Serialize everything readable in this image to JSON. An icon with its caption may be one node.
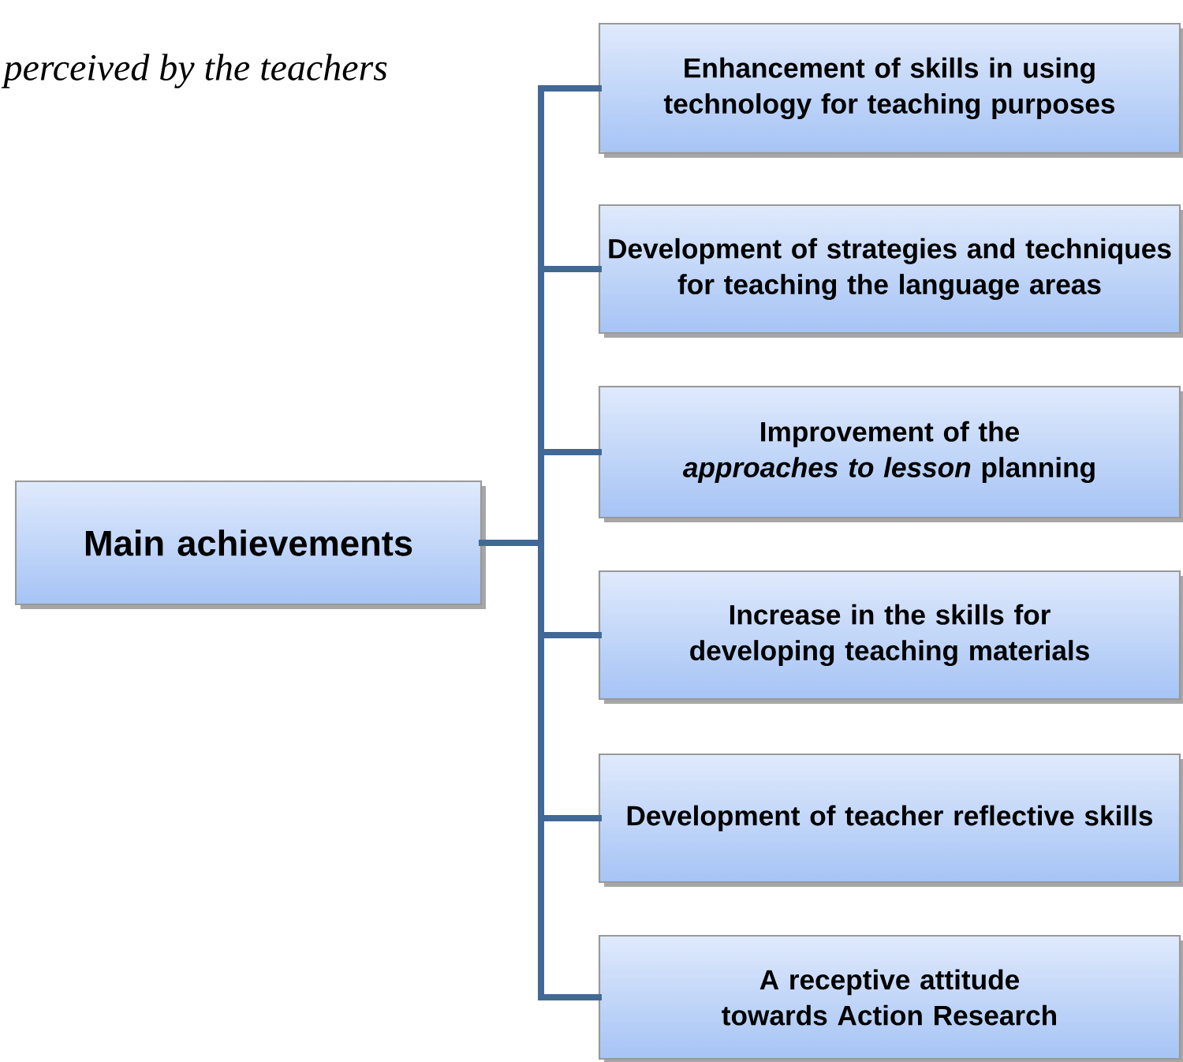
{
  "diagram": {
    "nodes": [
      {
        "text": [
          "Main achievements"
        ]
      },
      {
        "text": [
          "Enhancement of skills in using technology for teaching purposes"
        ]
      },
      {
        "text": [
          "Development of strategies and techniques for teaching the language areas"
        ]
      },
      {
        "text": [
          "Improvement of the *approaches to lesson* planning"
        ]
      },
      {
        "text": [
          "Increase in the skills for developing teaching materials"
        ]
      },
      {
        "text": [
          "Development of teacher reflective skills"
        ]
      },
      {
        "text": [
          "A receptive attitude towards Action Research"
        ]
      }
    ],
    "edges": [
      {
        "from": 0,
        "to": 1,
        "arrow": "none"
      },
      {
        "from": 0,
        "to": 2,
        "arrow": "none"
      },
      {
        "from": 0,
        "to": 3,
        "arrow": "none"
      },
      {
        "from": 0,
        "to": 4,
        "arrow": "none"
      },
      {
        "from": 0,
        "to": 5,
        "arrow": "none"
      },
      {
        "from": 0,
        "to": 6,
        "arrow": "none"
      }
    ],
    "labels": [
      "perceived by the teachers"
    ]
  }
}
